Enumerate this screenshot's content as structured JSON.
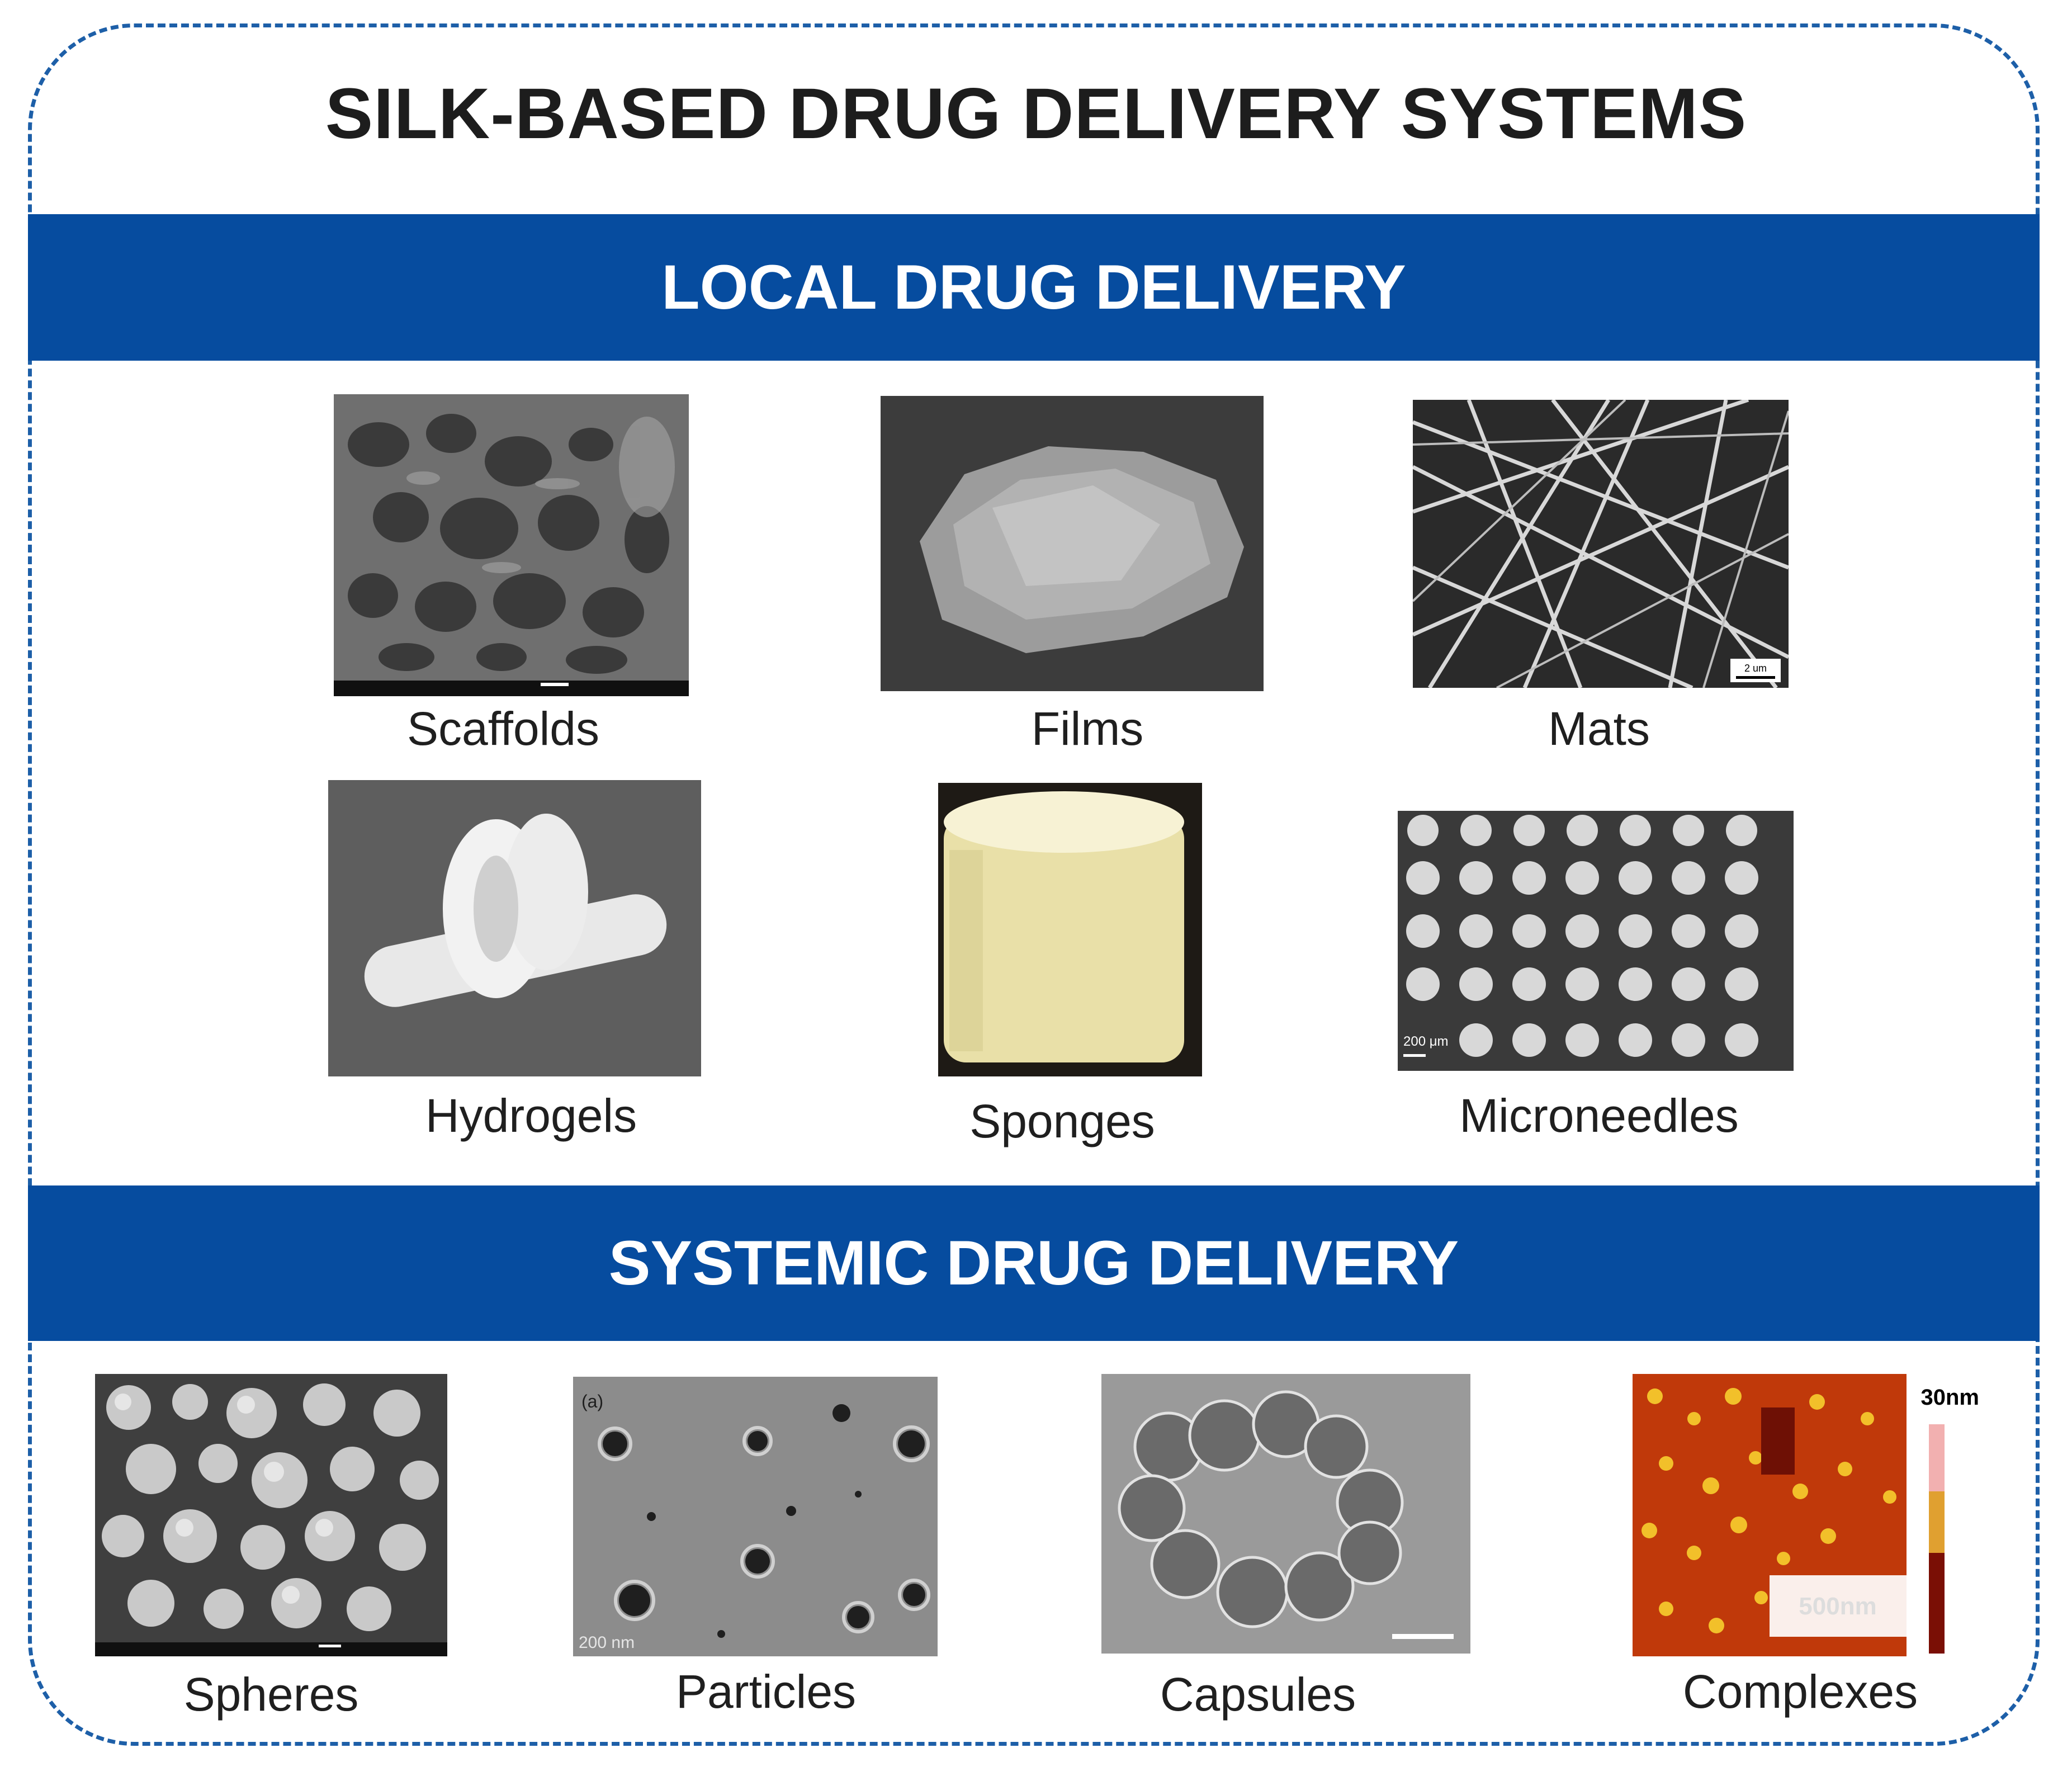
{
  "title": "SILK-BASED DRUG DELIVERY SYSTEMS",
  "local": {
    "heading": "LOCAL DRUG DELIVERY",
    "items": [
      {
        "label": "Scaffolds"
      },
      {
        "label": "Films"
      },
      {
        "label": "Mats",
        "scale_text": "2 um"
      },
      {
        "label": "Hydrogels"
      },
      {
        "label": "Sponges"
      },
      {
        "label": "Microneedles",
        "scale_text": "200 μm"
      }
    ]
  },
  "systemic": {
    "heading": "SYSTEMIC DRUG DELIVERY",
    "items": [
      {
        "label": "Spheres"
      },
      {
        "label": "Particles",
        "panel_text": "(a)",
        "scale_text": "200 nm"
      },
      {
        "label": "Capsules"
      },
      {
        "label": "Complexes",
        "colorbar_text": "30nm",
        "scale_text": "500nm"
      }
    ]
  },
  "colors": {
    "band": "#064c9f",
    "frame_border": "#1d5fa8",
    "title_text": "#1d1d1d"
  }
}
